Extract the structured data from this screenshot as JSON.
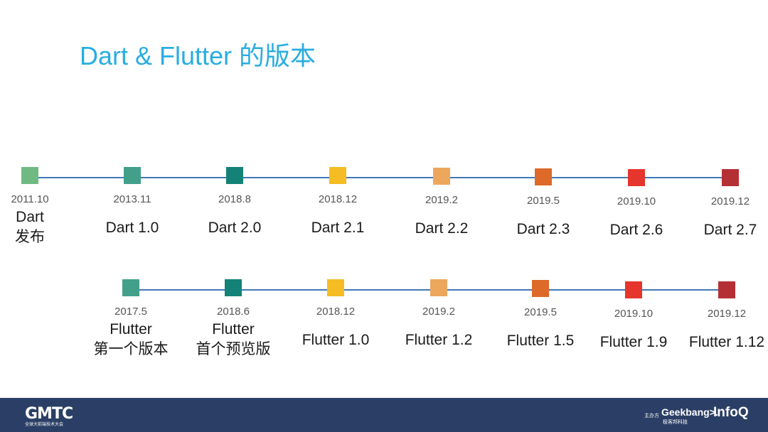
{
  "title": "Dart & Flutter 的版本",
  "dart": [
    {
      "date": "2011.10",
      "label": [
        "Dart",
        "发布"
      ],
      "color": "#71b983"
    },
    {
      "date": "2013.11",
      "label": [
        "Dart 1.0"
      ],
      "color": "#42a08a"
    },
    {
      "date": "2018.8",
      "label": [
        "Dart 2.0"
      ],
      "color": "#148276"
    },
    {
      "date": "2018.12",
      "label": [
        "Dart 2.1"
      ],
      "color": "#f5bc23"
    },
    {
      "date": "2019.2",
      "label": [
        "Dart 2.2"
      ],
      "color": "#eda75d"
    },
    {
      "date": "2019.5",
      "label": [
        "Dart 2.3"
      ],
      "color": "#dd6a29"
    },
    {
      "date": "2019.10",
      "label": [
        "Dart 2.6"
      ],
      "color": "#e5352c"
    },
    {
      "date": "2019.12",
      "label": [
        "Dart 2.7"
      ],
      "color": "#b53035"
    }
  ],
  "flutter": [
    {
      "date": "2017.5",
      "label": [
        "Flutter",
        "第一个版本"
      ],
      "color": "#42a08a"
    },
    {
      "date": "2018.6",
      "label": [
        "Flutter",
        "首个预览版"
      ],
      "color": "#148276"
    },
    {
      "date": "2018.12",
      "label": [
        "Flutter 1.0"
      ],
      "color": "#f5bc23"
    },
    {
      "date": "2019.2",
      "label": [
        "Flutter 1.2"
      ],
      "color": "#eda75d"
    },
    {
      "date": "2019.5",
      "label": [
        "Flutter 1.5"
      ],
      "color": "#dd6a29"
    },
    {
      "date": "2019.10",
      "label": [
        "Flutter 1.9"
      ],
      "color": "#e5352c"
    },
    {
      "date": "2019.12",
      "label": [
        "Flutter 1.12"
      ],
      "color": "#b53035"
    }
  ],
  "footer": {
    "logo": "GMTC",
    "logo_sub": "全球大前端技术大会",
    "sponsor_label": "主办方",
    "geekbang": "Geekbang>.",
    "geekbang_sub": "极客邦科技",
    "infoq": "InfoQ"
  },
  "colors": {
    "title": "#29ade0",
    "line": "#3f78b7",
    "footer_bg": "#2b3f66"
  }
}
